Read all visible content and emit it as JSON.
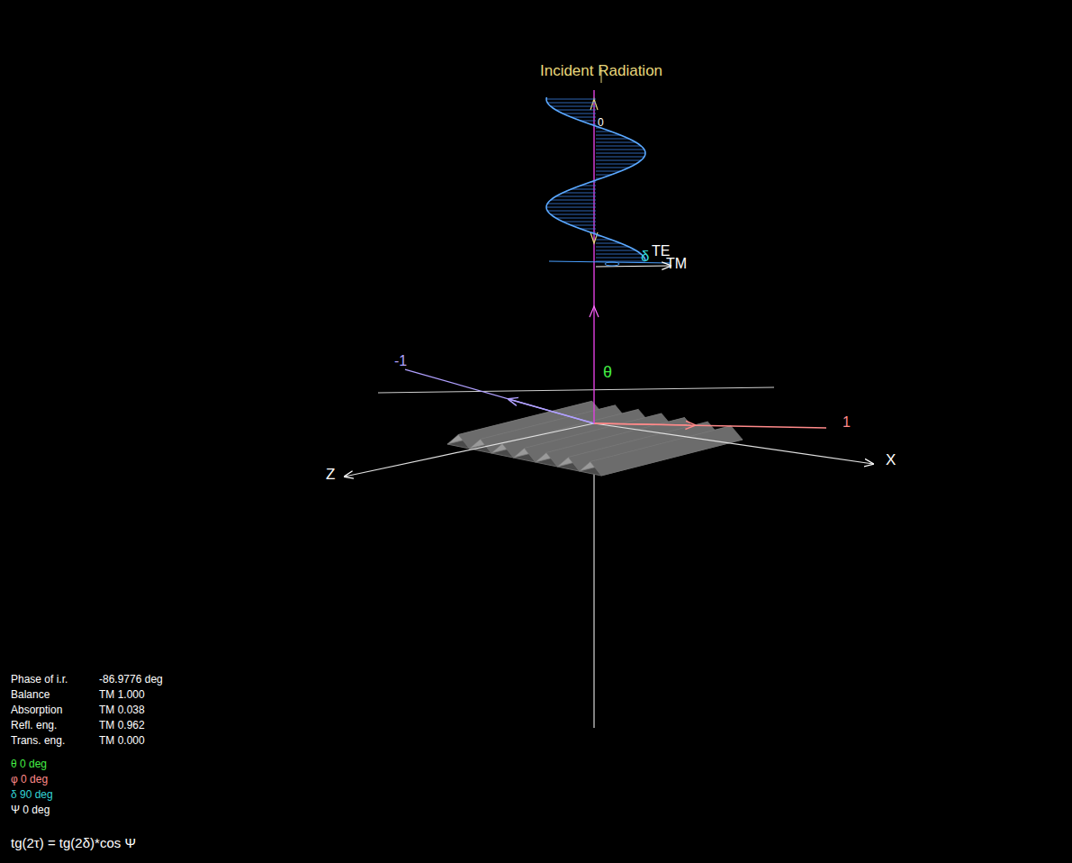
{
  "diagram": {
    "labels": [
      "Incident Radiation",
      "δ",
      "TE",
      "TM",
      "θ",
      "-1",
      "1",
      "Z",
      "X",
      "0",
      "Phase of i.r.",
      "-86.9776 deg",
      "Balance",
      "TM 1.000",
      "Absorption",
      "TM 0.038",
      "Refl. eng.",
      "TM 0.962",
      "Trans. eng.",
      "TM 0.000",
      "θ 0 deg",
      "φ 0 deg",
      "δ 90 deg",
      "Ψ 0 deg",
      "tg(2τ) = tg(2δ)*cos Ψ"
    ]
  }
}
